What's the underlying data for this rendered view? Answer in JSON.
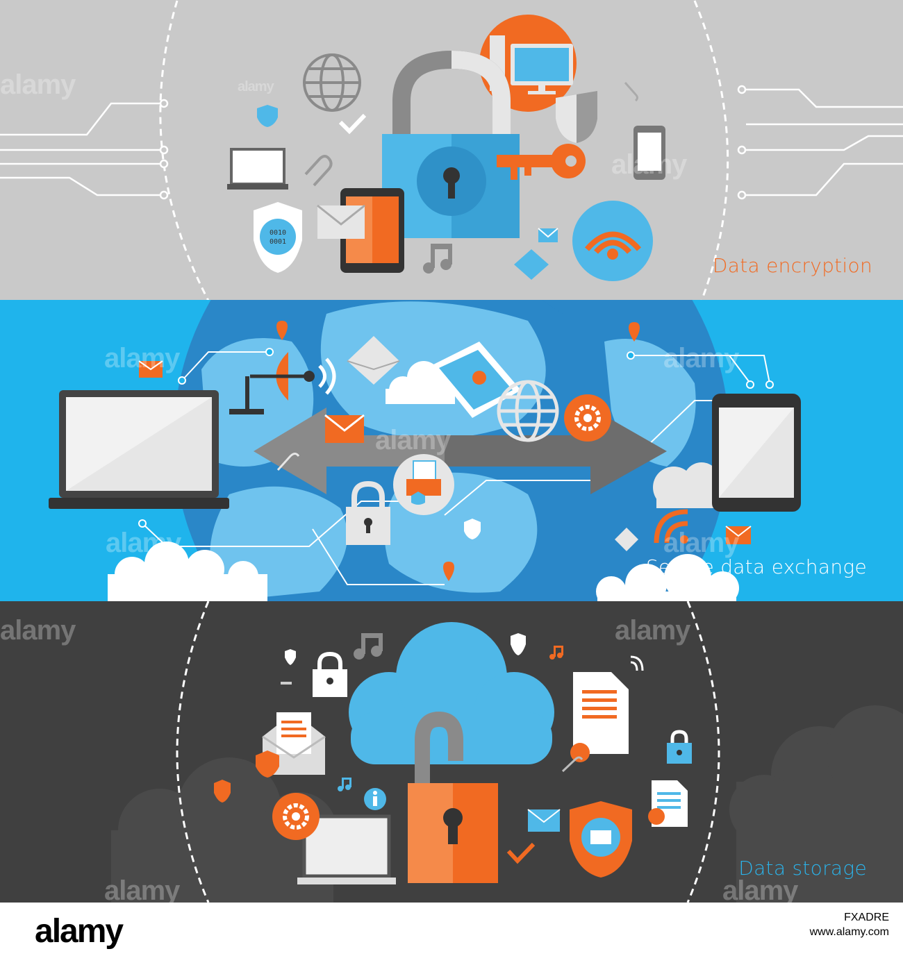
{
  "banners": {
    "encryption": {
      "title": "Data encryption"
    },
    "exchange": {
      "title": "Secure data exchange"
    },
    "storage": {
      "title": "Data storage"
    }
  },
  "watermark": {
    "text": "alamy"
  },
  "footer": {
    "logo": "alamy",
    "image_id": "FXADRE",
    "url": "www.alamy.com"
  },
  "colors": {
    "orange": "#f16a22",
    "light_blue": "#4fb8e8",
    "sky_blue": "#1fb4ec",
    "grey_bg": "#c9c9c9",
    "dark_bg": "#404040"
  },
  "icons": [
    "padlock-icon",
    "key-icon",
    "globe-icon",
    "computer-icon",
    "laptop-icon",
    "tablet-icon",
    "smartphone-icon",
    "shield-icon",
    "envelope-icon",
    "wifi-icon",
    "music-note-icon",
    "paperclip-icon",
    "checkmark-icon",
    "satellite-dish-icon",
    "location-pin-icon",
    "gear-icon",
    "cloud-icon",
    "document-icon",
    "info-icon",
    "printer-icon"
  ]
}
